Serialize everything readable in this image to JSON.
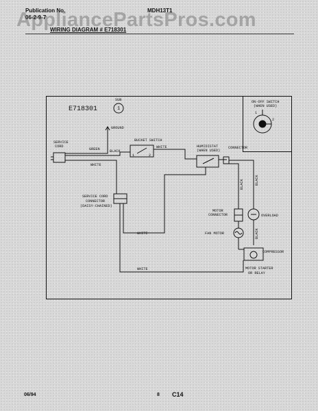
{
  "header": {
    "publication_label": "Publication No.",
    "publication_number": "06-2-9-7",
    "model": "MDH13T1",
    "diagram_title": "WIRING DIAGRAM # E718301"
  },
  "watermark": "AppliancePartsPros.com",
  "diagram": {
    "code": "E718301",
    "sub_label": "SUB",
    "sub_number": "1",
    "inset": {
      "title_line1": "ON-OFF SWITCH",
      "title_line2": "(WHEN USED)",
      "terminal_1": "1",
      "terminal_2": "2"
    },
    "labels": {
      "ground": "GROUND",
      "service_cord_line1": "SERVICE",
      "service_cord_line2": "CORD",
      "green": "GREEN",
      "black": "BLACK",
      "white": "WHITE",
      "bucket_switch": "BUCKET SWITCH",
      "bucket_terminal_1": "1",
      "bucket_terminal_2": "2",
      "humidistat_line1": "HUMIDISTAT",
      "humidistat_line2": "(WHEN USED)",
      "connector": "CONNECTOR",
      "cord_connector_line1": "SERVICE CORD",
      "cord_connector_line2": "CONNECTOR",
      "cord_connector_line3": "(DAISY-CHAINED)",
      "motor_connector_line1": "MOTOR",
      "motor_connector_line2": "CONNECTOR",
      "fan_motor": "FAN MOTOR",
      "overload": "OVERLOAD",
      "compressor": "COMPRESSOR",
      "motor_starter_line1": "MOTOR STARTER",
      "motor_starter_line2": "OR RELAY"
    }
  },
  "footer": {
    "date": "06/94",
    "page": "8",
    "code": "C14"
  }
}
